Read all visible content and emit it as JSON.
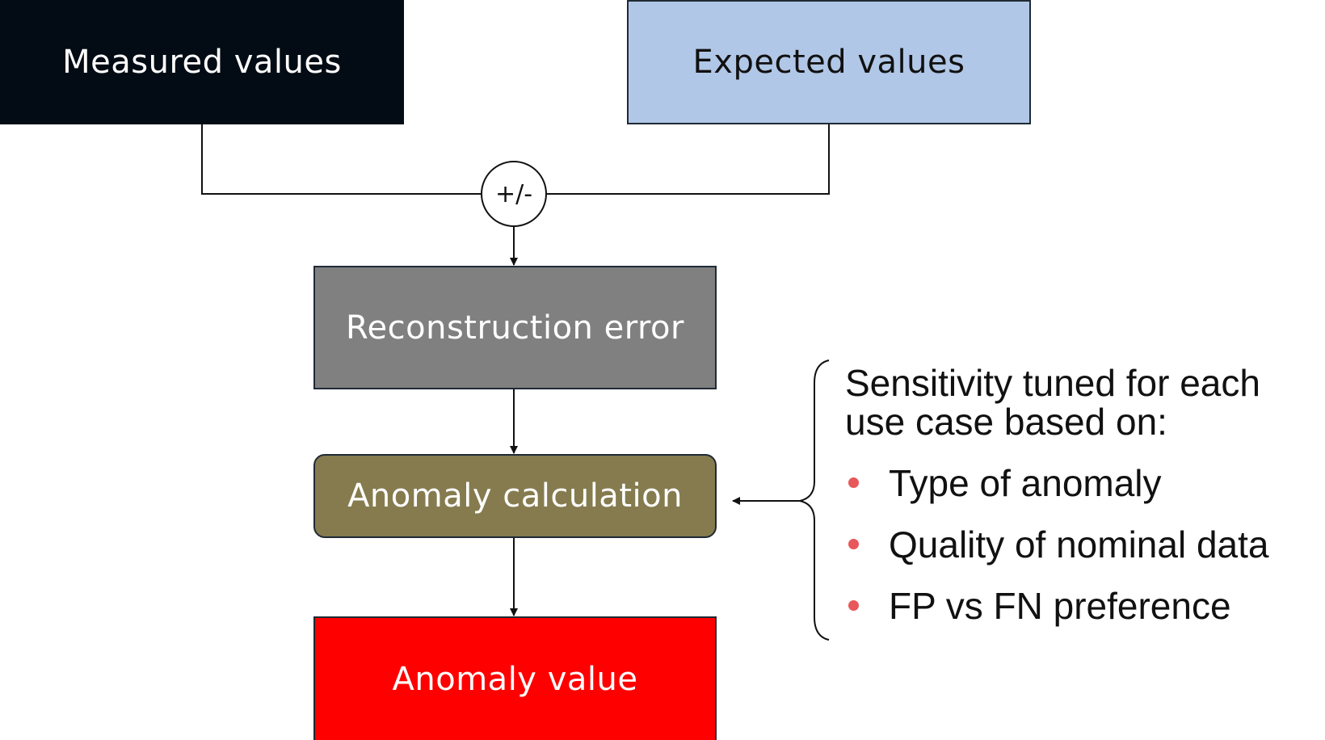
{
  "diagram": {
    "measured_label": "Measured values",
    "expected_label": "Expected values",
    "operator_label": "+/-",
    "reconstruction_label": "Reconstruction error",
    "anomaly_calculation_label": "Anomaly calculation",
    "anomaly_value_label": "Anomaly value"
  },
  "sensitivity": {
    "heading": "Sensitivity tuned for each use case based on:",
    "items": [
      {
        "label": "Type of anomaly"
      },
      {
        "label": "Quality of nominal data"
      },
      {
        "label": "FP vs FN preference"
      }
    ]
  },
  "colors": {
    "measured_fill": "#030c14",
    "expected_fill": "#b1c7e7",
    "reconstruction_fill": "#808080",
    "anomaly_calculation_fill": "#857b4e",
    "anomaly_value_fill": "#ff0000",
    "bullet": "#e8575a"
  }
}
